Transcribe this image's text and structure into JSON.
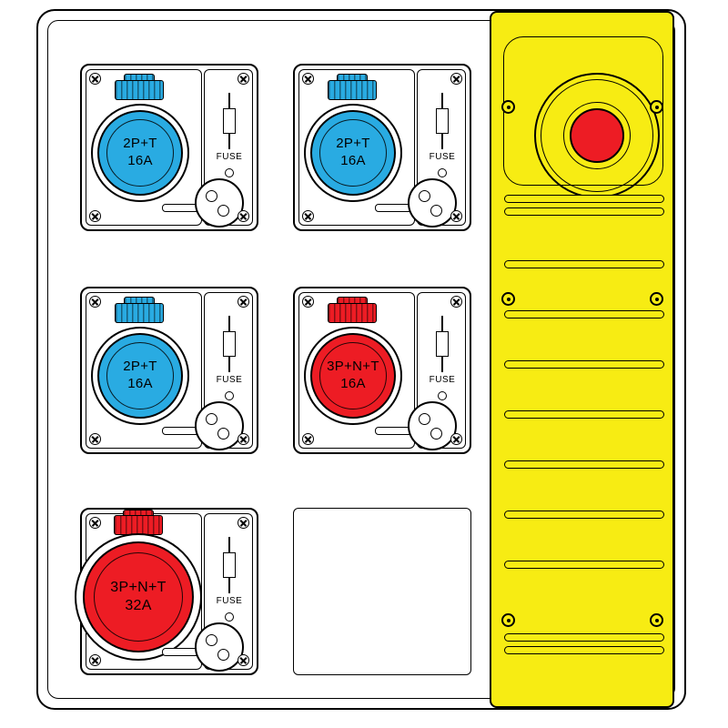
{
  "colors": {
    "blue": "#29ABE2",
    "red": "#ED1C24",
    "yellow": "#F7EC13",
    "line": "#000000",
    "background": "#FFFFFF"
  },
  "modules": [
    {
      "socket_type": "2P+T",
      "socket_rating": "16A",
      "socket_color": "#29ABE2",
      "fuse_label": "FUSE"
    },
    {
      "socket_type": "2P+T",
      "socket_rating": "16A",
      "socket_color": "#29ABE2",
      "fuse_label": "FUSE"
    },
    {
      "socket_type": "2P+T",
      "socket_rating": "16A",
      "socket_color": "#29ABE2",
      "fuse_label": "FUSE"
    },
    {
      "socket_type": "3P+N+T",
      "socket_rating": "16A",
      "socket_color": "#ED1C24",
      "fuse_label": "FUSE"
    },
    {
      "socket_type": "3P+N+T",
      "socket_rating": "32A",
      "socket_color": "#ED1C24",
      "fuse_label": "FUSE"
    }
  ],
  "side_panel": {
    "panel_color": "#F7EC13",
    "estop_button_color": "#ED1C24"
  }
}
